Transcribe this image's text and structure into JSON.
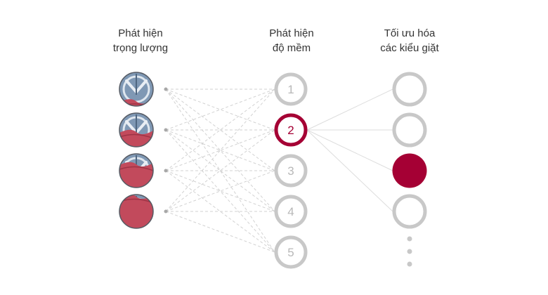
{
  "columns": [
    {
      "line1": "Phát hiện",
      "line2": "trọng lượng"
    },
    {
      "line1": "Phát hiện",
      "line2": "độ mềm"
    },
    {
      "line1": "Tối ưu hóa",
      "line2": "các kiểu giặt"
    }
  ],
  "load_levels": [
    {
      "fill_fraction": 0.2
    },
    {
      "fill_fraction": 0.5
    },
    {
      "fill_fraction": 0.75
    },
    {
      "fill_fraction": 1.0
    }
  ],
  "softness_levels": [
    {
      "label": "1",
      "active": false
    },
    {
      "label": "2",
      "active": true
    },
    {
      "label": "3",
      "active": false
    },
    {
      "label": "4",
      "active": false
    },
    {
      "label": "5",
      "active": false
    }
  ],
  "wash_patterns": [
    {
      "selected": false
    },
    {
      "selected": false
    },
    {
      "selected": true
    },
    {
      "selected": false
    }
  ],
  "more_indicator": {
    "dot_count": 3
  },
  "colors": {
    "accent": "#a50034",
    "ring": "#c8c8c8",
    "number": "#b8b8b8",
    "line_dashed": "#d2d2d2",
    "line_solid": "#dddddd",
    "dot": "#a8a8a8",
    "drum": "#7f98b4",
    "fabric": "#c24a5c"
  },
  "icons": {
    "drum": "washer-drum-icon",
    "dot": "more-dots-icon"
  }
}
